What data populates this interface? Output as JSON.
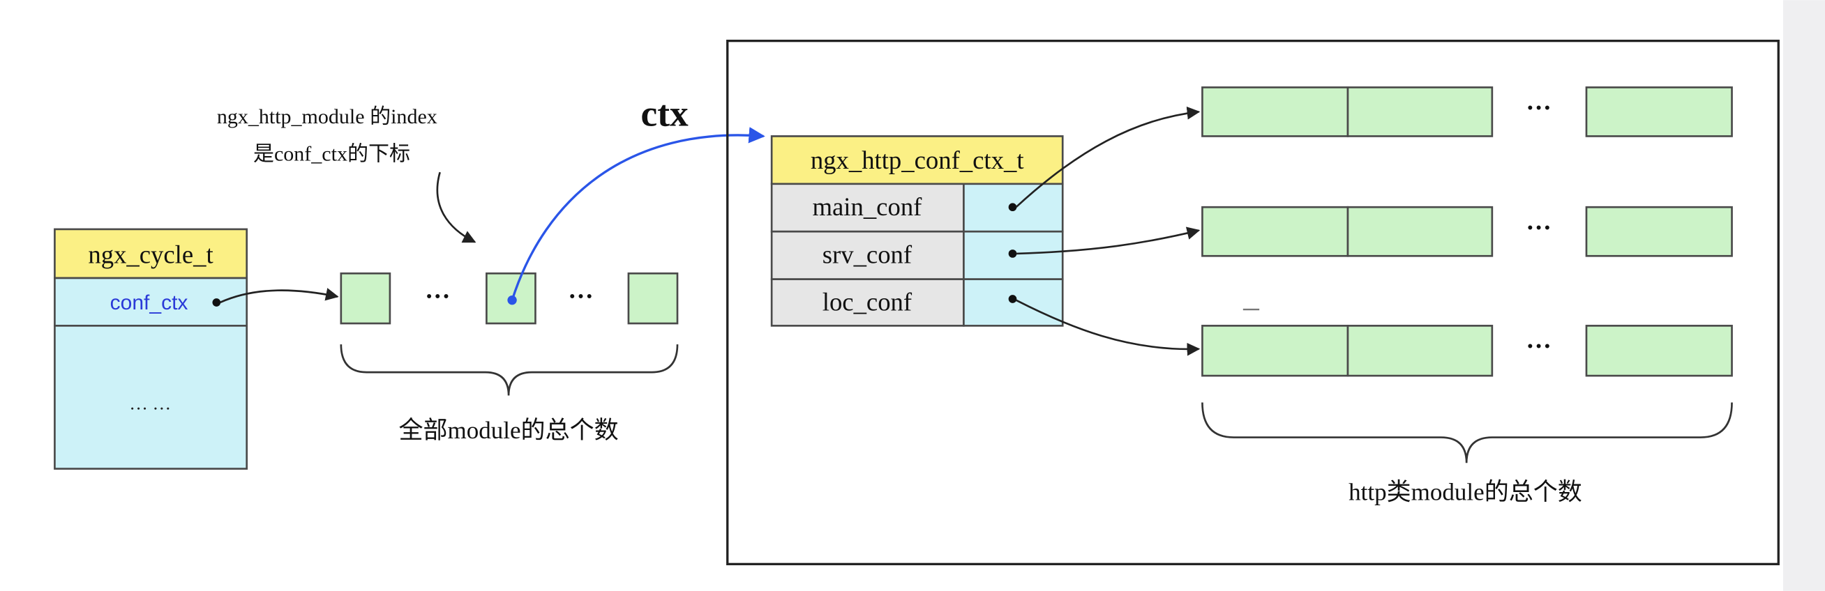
{
  "cycle": {
    "title": "ngx_cycle_t",
    "field": "conf_ctx",
    "rest": "… …"
  },
  "module_array": {
    "ellipsis_1": "···",
    "ellipsis_2": "···",
    "brace_label": "全部module的总个数"
  },
  "annotation": {
    "line1": "ngx_http_module 的index",
    "line2": "是conf_ctx的下标"
  },
  "ctx_label": "ctx",
  "http_conf_ctx": {
    "title": "ngx_http_conf_ctx_t",
    "fields": [
      "main_conf",
      "srv_conf",
      "loc_conf"
    ]
  },
  "http_modules": {
    "ellipsis_rows": [
      "···",
      "···",
      "···"
    ],
    "brace_label": "http类module的总个数"
  },
  "colors": {
    "struct_header": "#fbf085",
    "struct_body": "#cdf2f8",
    "field_cell": "#e6e6e6",
    "module_slot": "#ccf3c8",
    "field_text": "#2a3ad8",
    "ctx_arrow": "#2a55e8",
    "side_strip": "#efeff1"
  }
}
